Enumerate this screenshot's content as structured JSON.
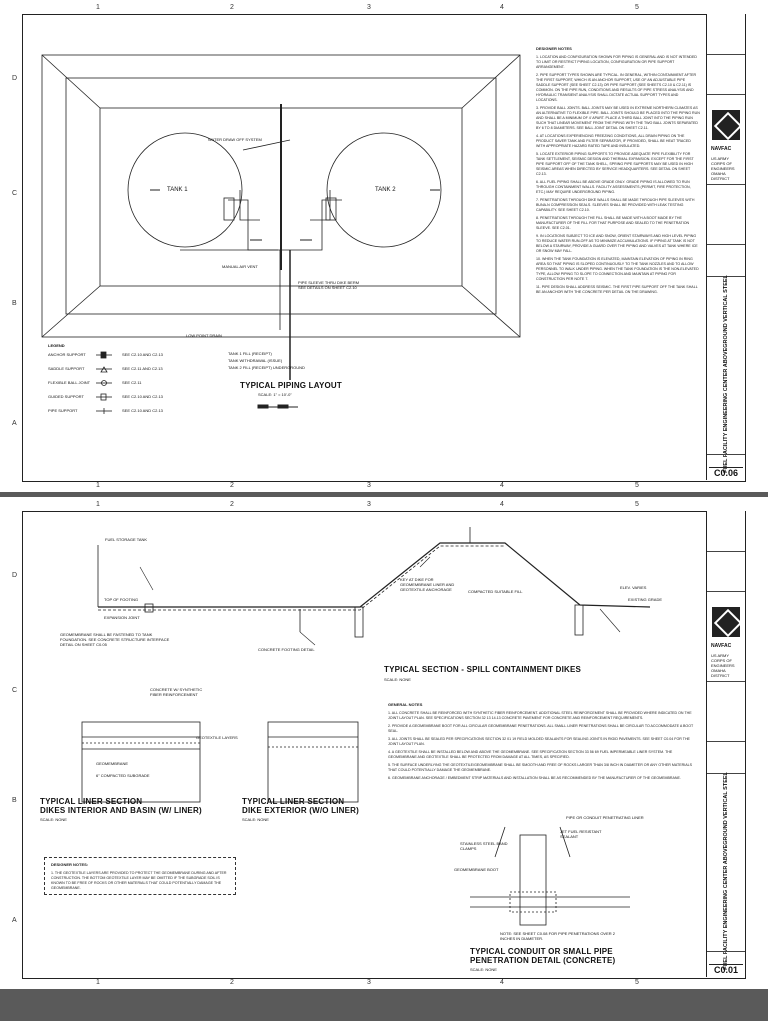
{
  "sheet1": {
    "col_numbers": [
      "1",
      "2",
      "3",
      "4",
      "5"
    ],
    "row_letters": [
      "D",
      "C",
      "B",
      "A"
    ],
    "tank1": "TANK 1",
    "tank2": "TANK 2",
    "labels": [
      "WATER DRAW OFF SYSTEM",
      "MANUAL AIR VENT",
      "LOW POINT DRAIN",
      "PIPE SLEEVE THRU DIKE BERM SEE DETAILS ON SHEET C2.10",
      "TANK 1 FILL (RECEIPT)",
      "TANK WITHDRAWAL (ISSUE)",
      "TANK 2 FILL (RECEIPT) UNDERGROUND"
    ],
    "legend_title": "LEGEND",
    "legend": [
      {
        "name": "ANCHOR SUPPORT",
        "ref": "SEE C2.10 AND C2.13"
      },
      {
        "name": "SADDLE SUPPORT",
        "ref": "SEE C2.11 AND C2.13"
      },
      {
        "name": "FLEXIBLE BALL JOINT",
        "ref": "SEE C2.11"
      },
      {
        "name": "GUIDED SUPPORT",
        "ref": "SEE C2.10 AND C2.13"
      },
      {
        "name": "PIPE SUPPORT",
        "ref": "SEE C2.10 AND C2.13"
      }
    ],
    "title": "TYPICAL PIPING LAYOUT",
    "scale": "SCALE: 1\" = 10'-0\"",
    "notes_heading": "DESIGNER NOTES",
    "notes": [
      "1. LOCATION AND CONFIGURATION SHOWN FOR PIPING IS GENERAL AND IS NOT INTENDED TO LIMIT OR RESTRICT PIPING LOCATION, CONFIGURATION OR PIPE SUPPORT ARRANGEMENT.",
      "2. PIPE SUPPORT TYPES SHOWN ARE TYPICAL. IN GENERAL, WITHIN CONTAINMENT AFTER THE FIRST SUPPORT, WHICH IS AN ANCHOR SUPPORT, USE OF AN ADJUSTABLE PIPE SADDLE SUPPORT (SEE SHEET C2.13) OR PIPE SUPPORT (SEE SHEETS C2.10 & C2.11) IS COMMON. ON THE PIPE RUN, CONDITIONS AND RESULTS OF PIPE STRESS ANALYSIS AND HYDRAULIC TRANSIENT ANALYSIS SHALL DICTATE ACTUAL SUPPORT TYPES AND LOCATIONS.",
      "3. PROVIDE BALL JOINTS. BALL JOINTS MAY BE USED IN EXTREME NORTHERN CLIMATES AS AN ALTERNATIVE TO FLEXIBLE PIPE. BALL JOINTS SHOULD BE PLACED INTO THE PIPING RUN AND SHALL BE A MINIMUM OF 4' APART. PLACE A THIRD BALL JOINT INTO THE PIPING RUN SUCH THAT LINEAR MOVEMENT FROM THE PIPING WITH THE TWO BALL JOINTS SEPARATED BY 6 TO 8 DIAMETERS. SEE BALL JOINT DETAIL ON SHEET C2.11.",
      "4. AT LOCATIONS EXPERIENCING FREEZING CONDITIONS, ALL DRAIN PIPING ON THE PRODUCT SAVER TANK AND FILTER SEPARATOR, IF PROVIDED, SHALL BE HEAT TRACED WITH APPROPRIATE HAZARD RATED TAPE AND INSULATED.",
      "5. LOCATE EXTERIOR PIPING SUPPORTS TO PROVIDE ADEQUATE PIPE FLEXIBILITY FOR TANK SETTLEMENT, SEISMIC DESIGN AND THERMAL EXPANSION. EXCEPT FOR THE FIRST PIPE SUPPORT OFF OF THE TANK SHELL, SPRING PIPE SUPPORTS MAY BE USED IN HIGH SEISMIC AREAS WHEN DIRECTED BY SERVICE HEADQUARTERS. SEE DETAIL ON SHEET C2.13.",
      "6. ALL FUEL PIPING SHALL BE ABOVE GRADE ONLY. GRADE PIPING IS ALLOWED TO RUN THROUGH CONTAINMENT WALLS. FACILITY ASSESSMENTS (PERMIT, FIRE PROTECTION, ETC.) MAY REQUIRE UNDERGROUND PIPING.",
      "7. PENETRATIONS THROUGH DIKE WALLS SHALL BE MADE THROUGH PIPE SLEEVES WITH BUNA-N COMPRESSION SEALS. SLEEVES SHALL BE PROVIDED WITH LEAK TESTING CAPABILITY. SEE SHEET C2.10.",
      "8. PENETRATIONS THROUGH THE FILL SHALL BE MADE WITH A BOOT MADE BY THE MANUFACTURER OF THE FILL FOR THAT PURPOSE AND SEALED TO THE PENETRATION SLEEVE. SEE C2.01.",
      "9. IN LOCATIONS SUBJECT TO ICE AND SNOW, ORIENT STAIRWAYS AND HIGH LEVEL PIPING TO REDUCE WATER RUN-OFF AS TO MINIMIZE ACCUMULATIONS. IF PIPING AT TANK IS NOT BELOW A STAIRWAY, PROVIDE A GUARD OVER THE PIPING AND VALVES AT TANK WHERE ICE OR SNOW MAY FALL.",
      "10. WHEN THE TANK FOUNDATION IS ELEVATED, MAINTAIN ELEVATION OF PIPING IN RING AREA SO THAT PIPING IS SLOPED CONTINUOUSLY TO THE TANK NOZZLES AND TO ALLOW PERSONNEL TO WALK UNDER PIPING. WHEN THE TANK FOUNDATION IS THE NON-ELEVATED TYPE, ALLOW PIPING TO SLOPE TO CONNECTION AND MAINTAIN AT PIPING FOR CONSTRUCTION PER NOTE 7.",
      "11. PIPE DESIGN SHALL ADDRESS SEISMIC. THE FIRST PIPE SUPPORT OFF THE TANK SHALL BE AN ANCHOR WITH THE CONCRETE PER DETAIL ON THE DRAWING."
    ],
    "title_block": {
      "agency": "US ARMY CORPS OF ENGINEERS OMAHA DISTRICT",
      "logo_text": "NAVFAC",
      "vertical_title": "FUEL FACILITY ENGINEERING CENTER ABOVEGROUND VERTICAL STEEL",
      "sheet_no": "C0.06"
    }
  },
  "sheet2": {
    "col_numbers": [
      "1",
      "2",
      "3",
      "4",
      "5"
    ],
    "row_letters": [
      "D",
      "C",
      "B",
      "A"
    ],
    "labels": [
      "FUEL STORAGE TANK",
      "TOP OF FOOTING",
      "EXPANSION JOINT",
      "GEOMEMBRANE SHALL BE FASTENED TO TANK FOUNDATION. SEE CONCRETE STRUCTURE INTERFACE DETAIL ON SHEET C0.05",
      "CONCRETE FOOTING DETAIL",
      "KEY AT DIKE FOR GEOMEMBRANE LINER AND GEOTEXTILE ANCHORAGE",
      "COMPACTED SUITABLE FILL",
      "ELEV. VARIES",
      "EXISTING GRADE",
      "CONCRETE W/ SYNTHETIC FIBER REINFORCEMENT",
      "GEOTEXTILE LAYERS",
      "GEOMEMBRANE",
      "6\" COMPACTED SUBGRADE",
      "STAINLESS STEEL BAND CLAMPS",
      "JET FUEL RESISTANT SEALANT",
      "PIPE OR CONDUIT PENETRATING LINER",
      "GEOMEMBRANE BOOT",
      "NOTE: SEE SHEET C0.08 FOR PIPE PENETRATIONS OVER 2 INCHES IN DIAMETER."
    ],
    "title_section": "TYPICAL SECTION - SPILL CONTAINMENT DIKES",
    "title_liner1_a": "TYPICAL LINER SECTION",
    "title_liner1_b": "DIKES INTERIOR AND BASIN (W/ LINER)",
    "title_liner2_a": "TYPICAL LINER SECTION",
    "title_liner2_b": "DIKE EXTERIOR (W/O LINER)",
    "title_conduit_a": "TYPICAL CONDUIT OR SMALL PIPE",
    "title_conduit_b": "PENETRATION DETAIL (CONCRETE)",
    "scale": "SCALE: NONE",
    "notes_heading": "GENERAL NOTES",
    "notes": [
      "1. ALL CONCRETE SHALL BE REINFORCED WITH SYNTHETIC FIBER REINFORCEMENT. ADDITIONAL STEEL REINFORCEMENT SHALL BE PROVIDED WHERE INDICATED ON THE JOINT LAYOUT PLAN. SEE SPECIFICATIONS SECTION 32 13 14.13 CONCRETE PAVEMENT FOR CONCRETE AND REINFORCEMENT REQUIREMENTS.",
      "2. PROVIDE A GEOMEMBRANE BOOT FOR ALL CIRCULAR GEOMEMBRANE PENETRATIONS. ALL SMALL LINER PENETRATIONS SHALL BE CIRCULAR TO ACCOMMODATE A BOOT SEAL.",
      "3. ALL JOINTS SHALL BE SEALED PER SPECIFICATIONS SECTION 32 01 19 FIELD MOLDED SEALANTS FOR SEALING JOINTS IN RIGID PAVEMENTS. SEE SHEET C0.04 FOR THE JOINT LAYOUT PLAN.",
      "4. A GEOTEXTILE SHALL BE INSTALLED BELOW AND ABOVE THE GEOMEMBRANE. SEE SPECIFICATION SECTION 33 56 69 FUEL IMPERMEABLE LINER SYSTEM. THE GEOMEMBRANE AND GEOTEXTILE SHALL BE PROTECTED FROM DAMAGE AT ALL TIMES, AS SPECIFIED.",
      "5. THE SURFACE UNDERLYING THE GEOTEXTILE/GEOMEMBRANE SHALL BE SMOOTH AND FREE OF ROCKS LARGER THAN 3/8 INCH IN DIAMETER OR ANY OTHER MATERIALS THAT COULD POTENTIALLY DAMAGE THE GEOMEMBRANE.",
      "6. GEOMEMBRANE ANCHORAGE / EMBEDMENT STRIP MATERIALS AND INSTALLATION SHALL BE AS RECOMMENDED BY THE MANUFACTURER OF THE GEOMEMBRANE."
    ],
    "designer_heading": "DESIGNER NOTES:",
    "designer_note": "1. THE GEOTEXTILE LAYERS ARE PROVIDED TO PROTECT THE GEOMEMBRANE DURING AND AFTER CONSTRUCTION. THE BOTTOM GEOTEXTILE LAYER MAY BE OMITTED IF THE SUBGRADE SOIL IS KNOWN TO BE FREE OF ROCKS OR OTHER MATERIALS THAT COULD POTENTIALLY DAMAGE THE GEOMEMBRANE.",
    "title_block": {
      "agency": "US ARMY CORPS OF ENGINEERS OMAHA DISTRICT",
      "logo_text": "NAVFAC",
      "vertical_title": "FUEL FACILITY ENGINEERING CENTER ABOVEGROUND VERTICAL STEEL",
      "sheet_no": "C0.01"
    }
  }
}
